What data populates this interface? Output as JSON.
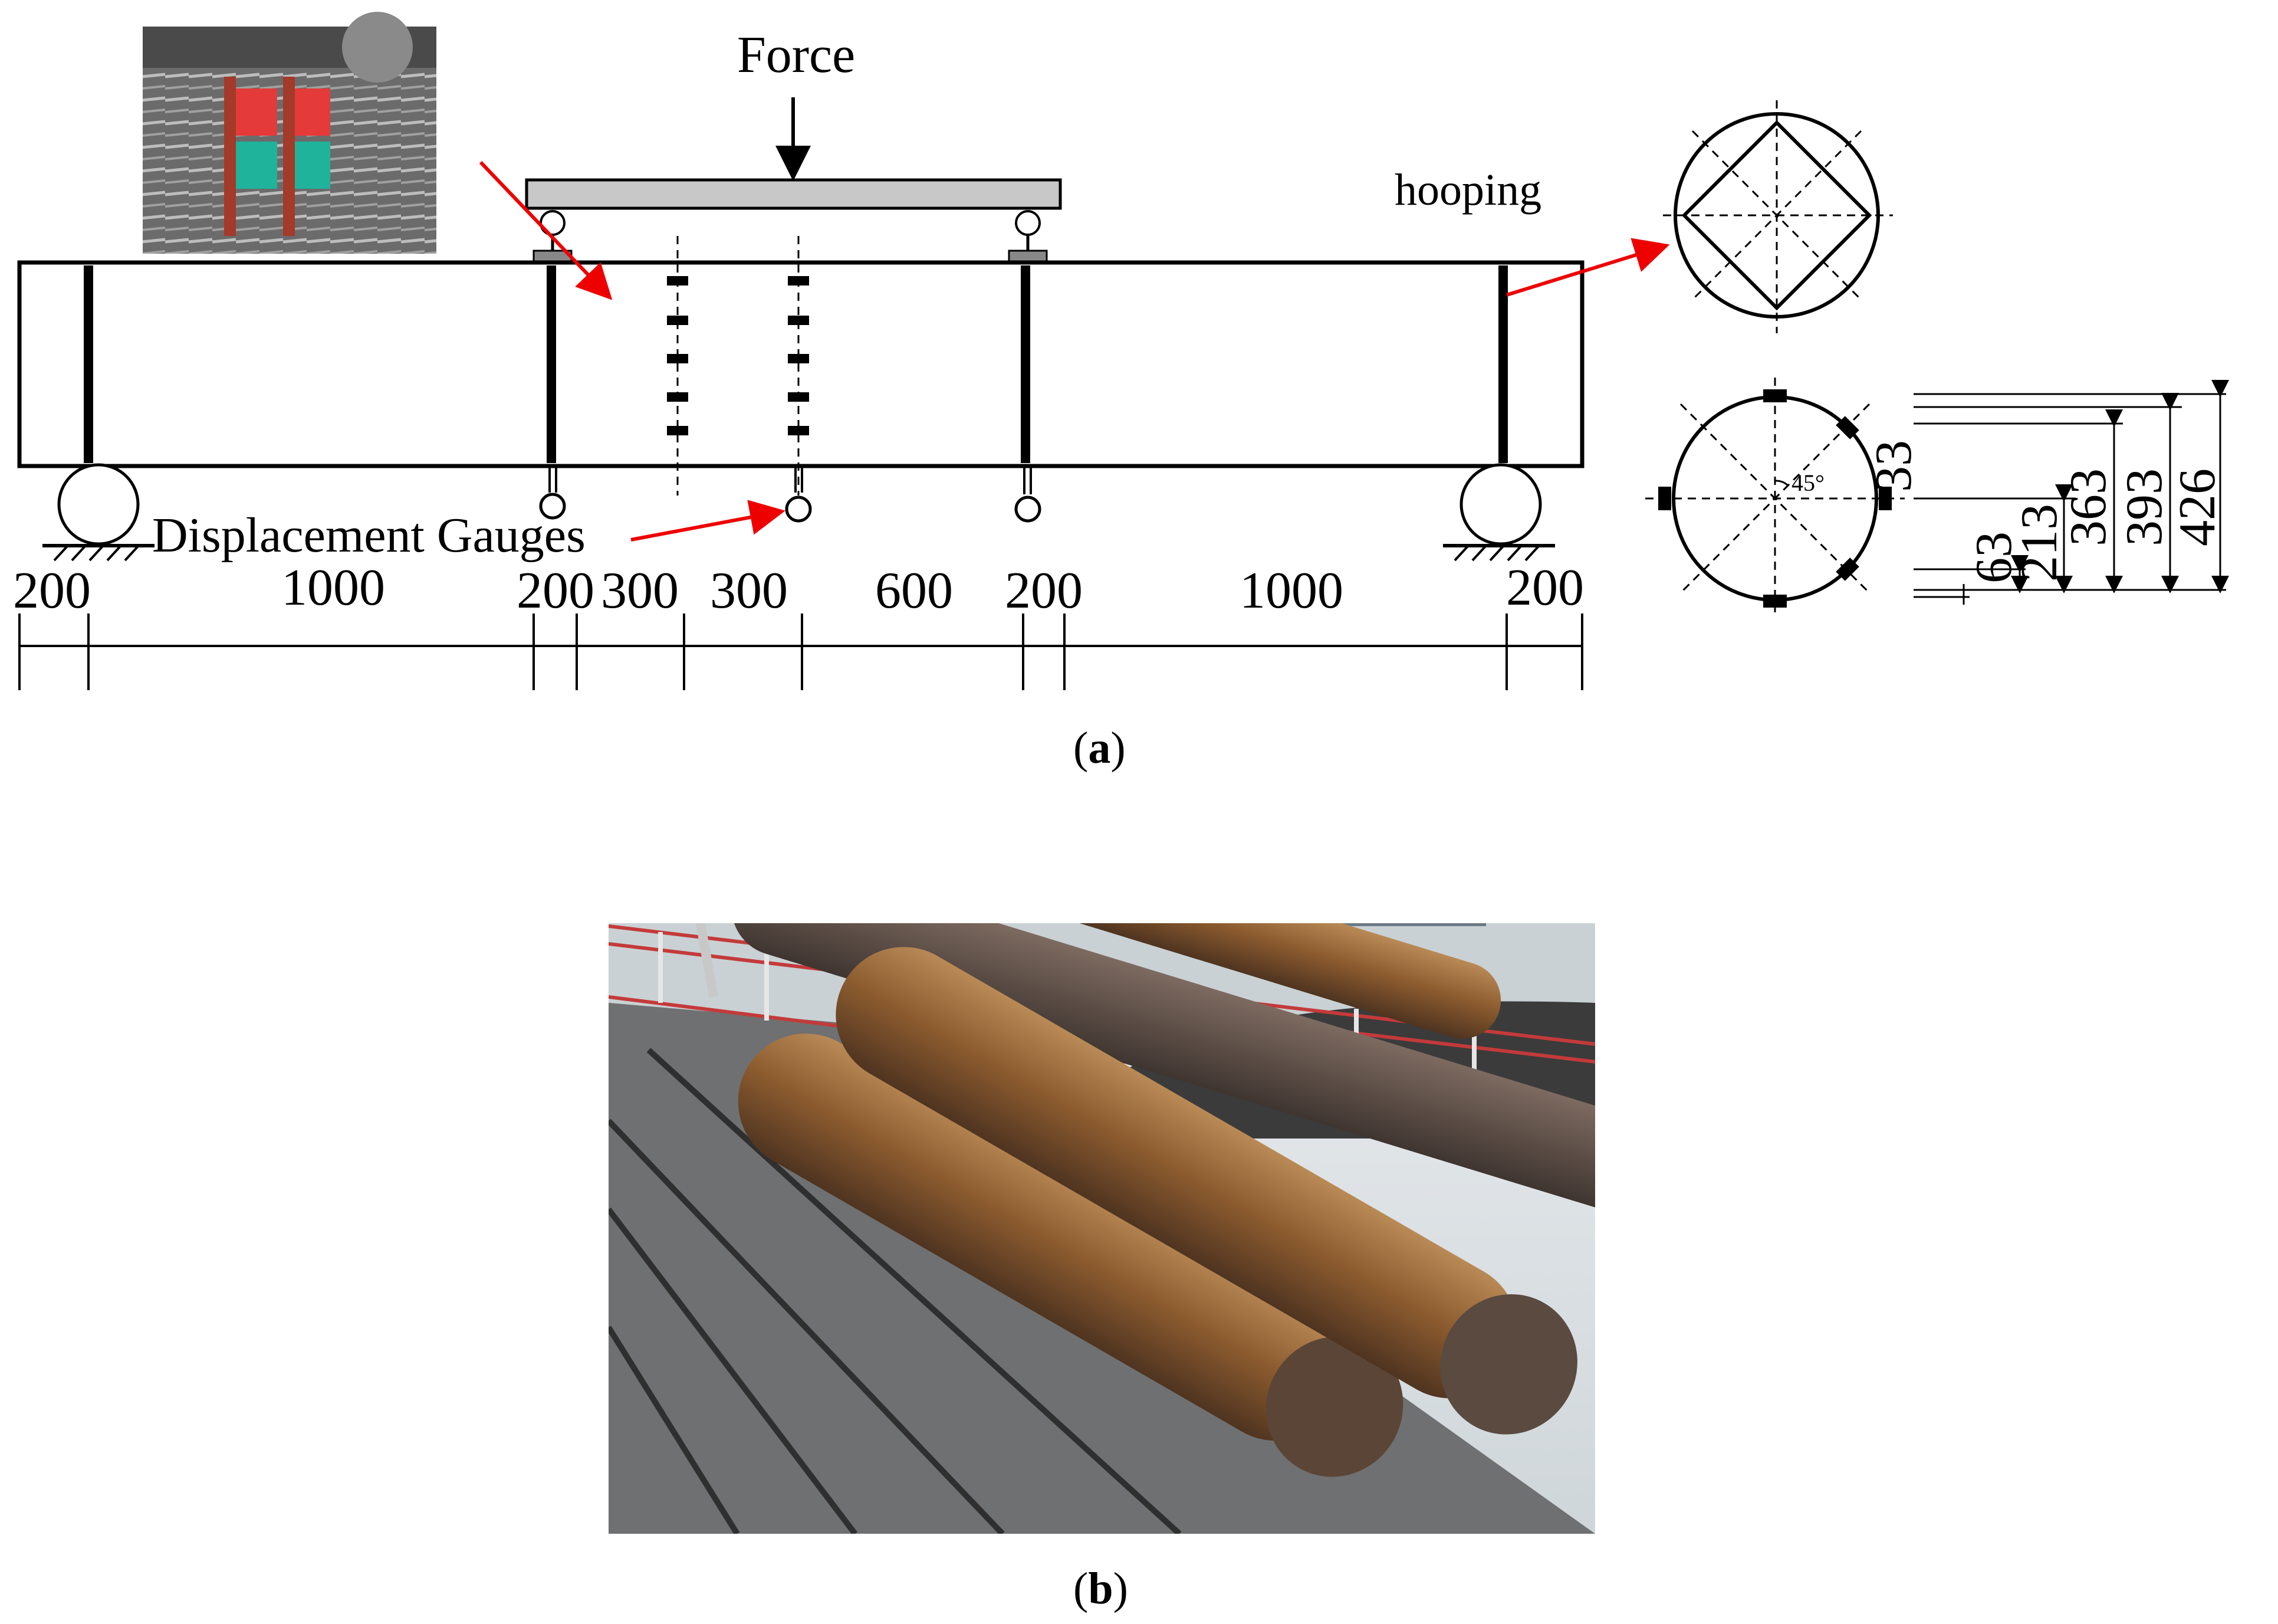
{
  "panel_a": {
    "caption_letter": "a",
    "force_label": "Force",
    "hooping_label": "hooping",
    "gauges_label": "Displacement Gauges",
    "span_dims": [
      "200",
      "1000",
      "200",
      "300",
      "300",
      "600",
      "200",
      "1000",
      "200"
    ],
    "section_dims": [
      "33",
      "63",
      "213",
      "363",
      "393",
      "426"
    ],
    "angle_label": "45°"
  },
  "panel_b": {
    "caption_letter": "b"
  },
  "colors": {
    "arrow": "#ee0000",
    "beam_fill": "#c8c8c8",
    "line": "#000000"
  }
}
